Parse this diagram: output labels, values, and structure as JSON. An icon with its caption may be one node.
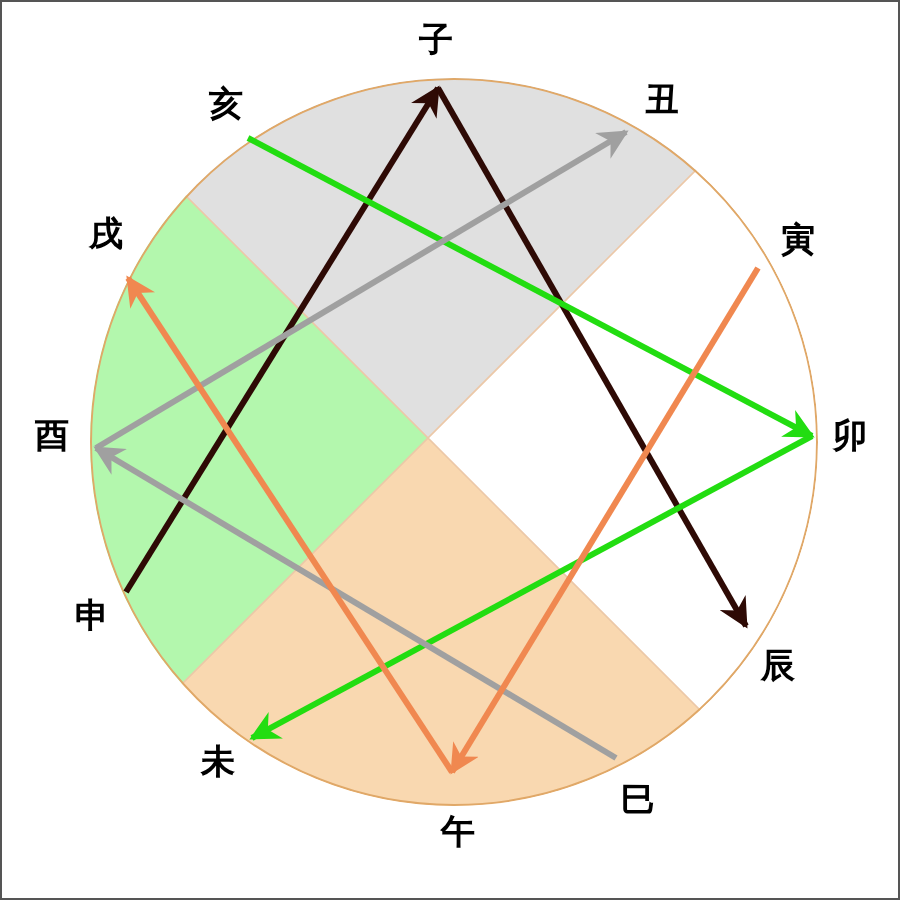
{
  "diagram": {
    "nodes": [
      {
        "text": [
          "子"
        ]
      },
      {
        "text": [
          "丑"
        ]
      },
      {
        "text": [
          "寅"
        ]
      },
      {
        "text": [
          "卯"
        ]
      },
      {
        "text": [
          "辰"
        ]
      },
      {
        "text": [
          "巳"
        ]
      },
      {
        "text": [
          "午"
        ]
      },
      {
        "text": [
          "未"
        ]
      },
      {
        "text": [
          "申"
        ]
      },
      {
        "text": [
          "酉"
        ]
      },
      {
        "text": [
          "戌"
        ]
      },
      {
        "text": [
          "亥"
        ]
      }
    ],
    "edges": [
      {
        "from": 8,
        "to": 0,
        "arrow": "to",
        "color": "#2e0a05"
      },
      {
        "from": 0,
        "to": 4,
        "arrow": "to",
        "color": "#2e0a05"
      },
      {
        "from": 11,
        "to": 3,
        "arrow": "to",
        "color": "#22dd11"
      },
      {
        "from": 3,
        "to": 7,
        "arrow": "to",
        "color": "#22dd11"
      },
      {
        "from": 9,
        "to": 1,
        "arrow": "to",
        "color": "#a0a0a0"
      },
      {
        "from": 5,
        "to": 9,
        "arrow": "to",
        "color": "#a0a0a0"
      },
      {
        "from": 6,
        "to": 10,
        "arrow": "to",
        "color": "#f08850"
      },
      {
        "from": 2,
        "to": 6,
        "arrow": "to",
        "color": "#f08850"
      }
    ]
  }
}
